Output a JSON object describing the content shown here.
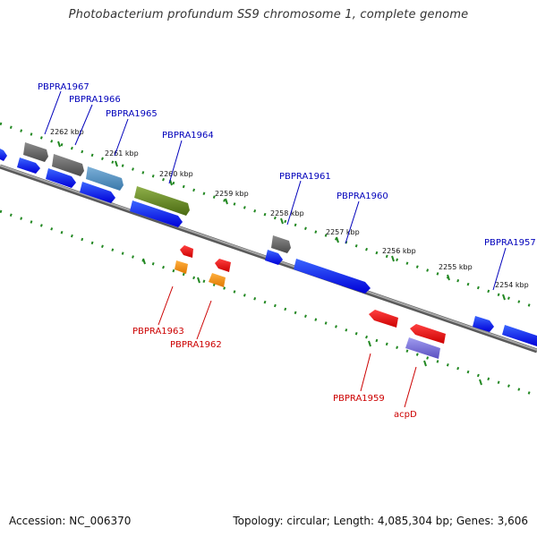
{
  "title": "Photobacterium profundum SS9 chromosome 1, complete genome",
  "footer": {
    "accession": "Accession: NC_006370",
    "summary": "Topology: circular; Length: 4,085,304 bp; Genes: 3,606"
  },
  "colors": {
    "label_plus": "#0000bb",
    "label_minus": "#cc0000",
    "backbone": "#8a8a8a",
    "tick_dots": "#228822"
  },
  "scale_labels": [
    "2262 kbp",
    "2261 kbp",
    "2260 kbp",
    "2259 kbp",
    "2258 kbp",
    "2257 kbp",
    "2256 kbp",
    "2255 kbp",
    "2254 kbp"
  ],
  "genes_labeled": [
    {
      "name": "PBPRA1967",
      "strand": "plus"
    },
    {
      "name": "PBPRA1966",
      "strand": "plus"
    },
    {
      "name": "PBPRA1965",
      "strand": "plus"
    },
    {
      "name": "PBPRA1964",
      "strand": "plus"
    },
    {
      "name": "PBPRA1961",
      "strand": "plus"
    },
    {
      "name": "PBPRA1960",
      "strand": "plus"
    },
    {
      "name": "PBPRA1957",
      "strand": "plus"
    },
    {
      "name": "PBPRA1963",
      "strand": "minus"
    },
    {
      "name": "PBPRA1962",
      "strand": "minus"
    },
    {
      "name": "PBPRA1959",
      "strand": "minus"
    },
    {
      "name": "acpD",
      "strand": "minus"
    }
  ]
}
